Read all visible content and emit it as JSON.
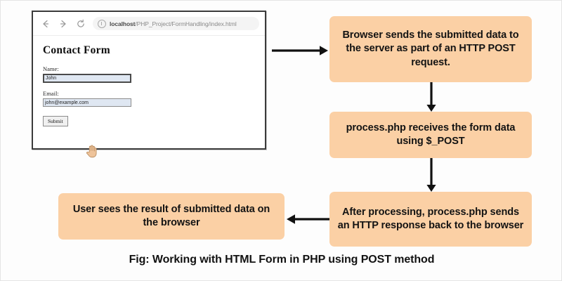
{
  "figure": {
    "caption": "Fig: Working with HTML Form in PHP using POST method"
  },
  "browser": {
    "nav": {
      "back_icon": "arrow-left-icon",
      "forward_icon": "arrow-right-icon",
      "reload_icon": "reload-icon",
      "site_info_icon": "info-circle-icon"
    },
    "url": "localhost/PHP_Project/FormHandling/index.html",
    "url_host": "localhost",
    "url_path": "/PHP_Project/FormHandling/index.html",
    "page": {
      "heading": "Contact Form",
      "fields": [
        {
          "label": "Name:",
          "value": "John"
        },
        {
          "label": "Email:",
          "value": "john@example.com"
        }
      ],
      "submit_label": "Submit",
      "cursor_icon": "hand-pointer-icon"
    }
  },
  "flow": {
    "boxes": [
      {
        "id": "browser-sends",
        "text": "Browser sends the submitted data to the server as part of an HTTP POST request."
      },
      {
        "id": "process-receives",
        "text": "process.php receives the form data using $_POST"
      },
      {
        "id": "after-processing",
        "text": "After processing, process.php sends an HTTP response back to the browser"
      },
      {
        "id": "user-sees",
        "text": "User sees the result of submitted data on the browser"
      }
    ],
    "arrows": [
      {
        "id": "browser-to-box1",
        "direction": "right"
      },
      {
        "id": "box1-to-box2",
        "direction": "down"
      },
      {
        "id": "box2-to-box3",
        "direction": "down"
      },
      {
        "id": "box3-to-box4",
        "direction": "left"
      }
    ]
  },
  "colors": {
    "box_fill": "#fbd0a5",
    "arrow": "#111111",
    "text": "#131313",
    "frame_border": "#3b3b3b",
    "input_fill": "#dfe7f2"
  }
}
